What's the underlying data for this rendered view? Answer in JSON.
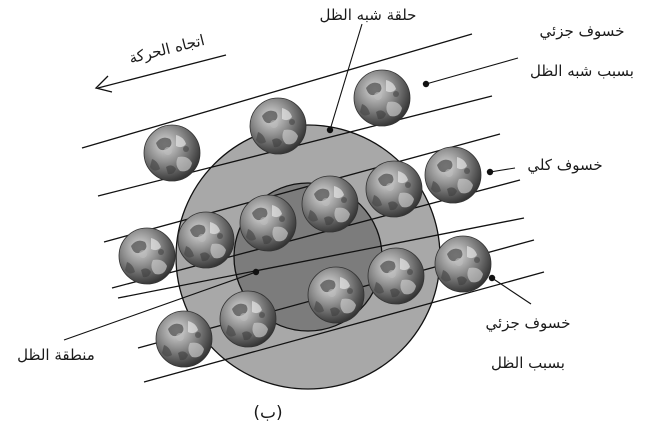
{
  "labels": {
    "penumbra_ring": "حلقة شبه الظل",
    "partial_penumbra_line1": "خسوف جزئي",
    "partial_penumbra_line2": "بسبب شبه الظل",
    "direction": "اتجاه الحركة",
    "total": "خسوف كلي",
    "umbra": "منطقة الظل",
    "partial_umbra_line1": "خسوف جزئي",
    "partial_umbra_line2": "بسبب الظل",
    "caption": "(ب)"
  },
  "colors": {
    "penumbra": "#a8a8a8",
    "umbra": "#7c7c7c",
    "lines": "#111111",
    "moon": "#6a6a6a"
  }
}
